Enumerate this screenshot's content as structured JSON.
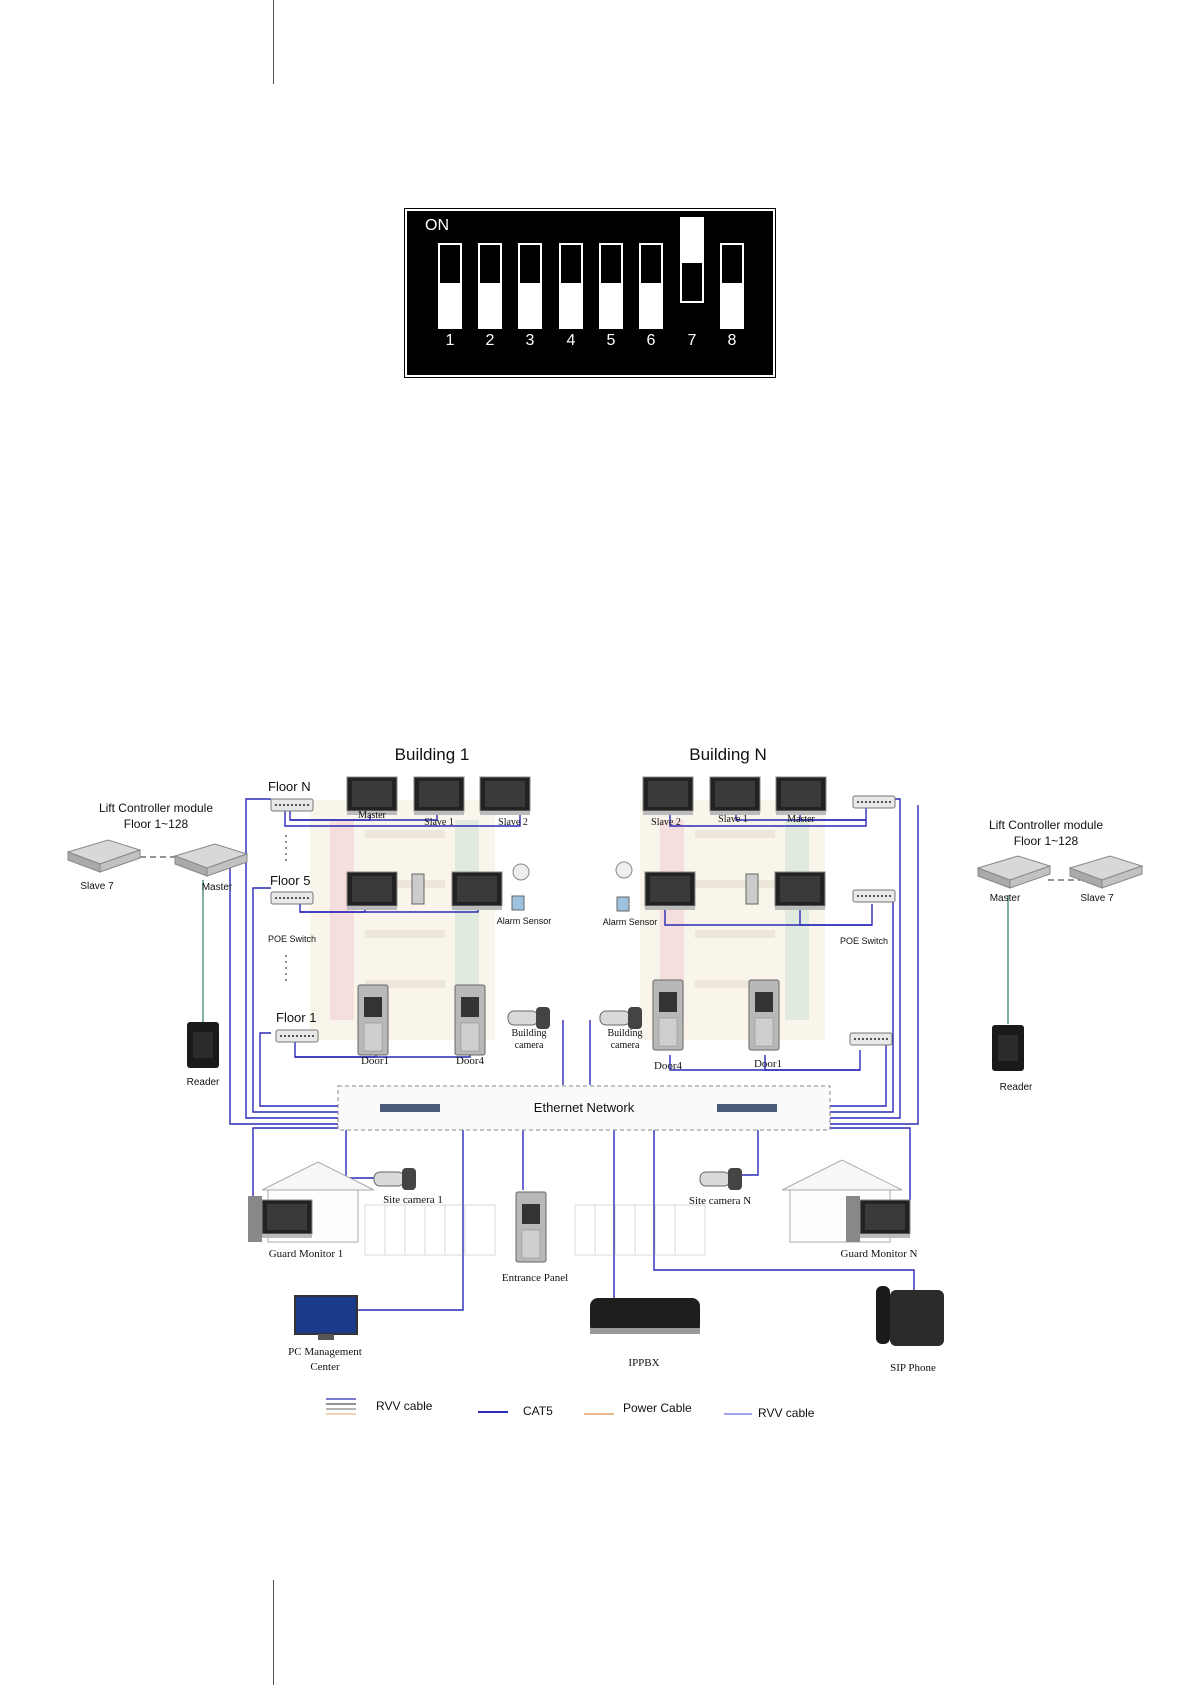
{
  "dip_switch": {
    "on_label": "ON",
    "switches": [
      {
        "number": "1",
        "state": "off"
      },
      {
        "number": "2",
        "state": "off"
      },
      {
        "number": "3",
        "state": "off"
      },
      {
        "number": "4",
        "state": "off"
      },
      {
        "number": "5",
        "state": "off"
      },
      {
        "number": "6",
        "state": "off"
      },
      {
        "number": "7",
        "state": "on"
      },
      {
        "number": "8",
        "state": "off"
      }
    ]
  },
  "diagram": {
    "building_1": "Building 1",
    "building_n": "Building N",
    "floor_n": "Floor N",
    "floor_5": "Floor 5",
    "floor_1": "Floor 1",
    "lift_left": {
      "line1": "Lift Controller module",
      "line2": "Floor 1~128",
      "slave": "Slave 7",
      "master": "Master",
      "reader": "Reader"
    },
    "lift_right": {
      "line1": "Lift Controller module",
      "line2": "Floor 1~128",
      "slave": "Slave 7",
      "master": "Master",
      "reader": "Reader"
    },
    "b1_monitors": [
      "Master",
      "Slave 1",
      "Slave 2"
    ],
    "bn_monitors": [
      "Slave 2",
      "Slave 1",
      "Master"
    ],
    "alarm_sensor": "Alarm Sensor",
    "poe_switch": "POE Switch",
    "doors_b1": [
      "Door1",
      "Door4"
    ],
    "doors_bn": [
      "Door4",
      "Door1"
    ],
    "building_camera": {
      "line1": "Building",
      "line2": "camera"
    },
    "ethernet": "Ethernet Network",
    "site_camera_1": "Site camera 1",
    "site_camera_n": "Site camera N",
    "guard_monitor_1": "Guard Monitor 1",
    "guard_monitor_n": "Guard Monitor N",
    "entrance_panel": "Entrance Panel",
    "pc": {
      "line1": "PC Management",
      "line2": "Center"
    },
    "ippbx": "IPPBX",
    "sip_phone": "SIP Phone",
    "legend": [
      "RVV cable",
      "CAT5",
      "Power Cable",
      "RVV cable"
    ],
    "colors": {
      "cat5": "#2a2ab8",
      "rvv": "#6a6ae0",
      "power": "#e8b98a",
      "reader_link": "#4d8f7a"
    }
  }
}
